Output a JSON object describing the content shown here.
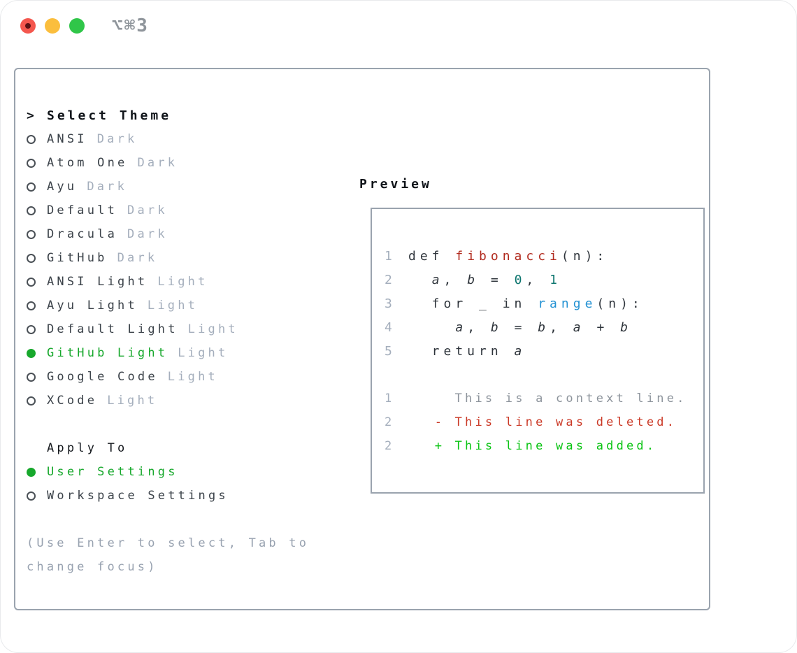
{
  "window": {
    "title": "⌥⌘3"
  },
  "titlebar_icons": [
    "close-button",
    "minimize-button",
    "zoom-button"
  ],
  "theme_panel": {
    "header": {
      "cursor": ">",
      "label": "Select Theme"
    },
    "themes": [
      {
        "name": "ANSI",
        "variant": "Dark",
        "selected": false
      },
      {
        "name": "Atom One",
        "variant": "Dark",
        "selected": false
      },
      {
        "name": "Ayu",
        "variant": "Dark",
        "selected": false
      },
      {
        "name": "Default",
        "variant": "Dark",
        "selected": false
      },
      {
        "name": "Dracula",
        "variant": "Dark",
        "selected": false
      },
      {
        "name": "GitHub",
        "variant": "Dark",
        "selected": false
      },
      {
        "name": "ANSI Light",
        "variant": "Light",
        "selected": false
      },
      {
        "name": "Ayu Light",
        "variant": "Light",
        "selected": false
      },
      {
        "name": "Default Light",
        "variant": "Light",
        "selected": false
      },
      {
        "name": "GitHub Light",
        "variant": "Light",
        "selected": true
      },
      {
        "name": "Google Code",
        "variant": "Light",
        "selected": false
      },
      {
        "name": "XCode",
        "variant": "Light",
        "selected": false
      }
    ],
    "apply_to": {
      "label": "Apply To",
      "options": [
        {
          "name": "User Settings",
          "selected": true
        },
        {
          "name": "Workspace Settings",
          "selected": false
        }
      ]
    },
    "help_lines": [
      "(Use Enter to select, Tab to",
      "change focus)"
    ]
  },
  "preview": {
    "label": "Preview",
    "code_lines": [
      {
        "num": "1",
        "tokens": [
          {
            "t": "def ",
            "c": "code"
          },
          {
            "t": "fibonacci",
            "c": "func"
          },
          {
            "t": "(n):",
            "c": "code"
          }
        ]
      },
      {
        "num": "2",
        "tokens": [
          {
            "t": "  ",
            "c": "code"
          },
          {
            "t": "a",
            "c": "code",
            "i": true
          },
          {
            "t": ", ",
            "c": "code"
          },
          {
            "t": "b",
            "c": "code",
            "i": true
          },
          {
            "t": " = ",
            "c": "code"
          },
          {
            "t": "0",
            "c": "numlit"
          },
          {
            "t": ", ",
            "c": "code"
          },
          {
            "t": "1",
            "c": "numlit"
          }
        ]
      },
      {
        "num": "3",
        "tokens": [
          {
            "t": "  for _ in ",
            "c": "code"
          },
          {
            "t": "range",
            "c": "builtin"
          },
          {
            "t": "(n):",
            "c": "code"
          }
        ]
      },
      {
        "num": "4",
        "tokens": [
          {
            "t": "    ",
            "c": "code"
          },
          {
            "t": "a",
            "c": "code",
            "i": true
          },
          {
            "t": ", ",
            "c": "code"
          },
          {
            "t": "b",
            "c": "code",
            "i": true
          },
          {
            "t": " = ",
            "c": "code"
          },
          {
            "t": "b",
            "c": "code",
            "i": true
          },
          {
            "t": ", ",
            "c": "code"
          },
          {
            "t": "a",
            "c": "code",
            "i": true
          },
          {
            "t": " + ",
            "c": "code"
          },
          {
            "t": "b",
            "c": "code",
            "i": true
          }
        ]
      },
      {
        "num": "5",
        "tokens": [
          {
            "t": "  return ",
            "c": "code"
          },
          {
            "t": "a",
            "c": "code",
            "i": true
          }
        ]
      }
    ],
    "diff_lines": [
      {
        "num": "1",
        "text": "      This is a context line.",
        "kind": "context"
      },
      {
        "num": "2",
        "text": "    - This line was deleted.",
        "kind": "deleted"
      },
      {
        "num": "2",
        "text": "    + This line was added.",
        "kind": "added"
      }
    ]
  },
  "colors": {
    "accent_green": "#17a82c",
    "border_gray": "#9aa3ae",
    "muted_gray": "#a4aebc",
    "help_gray": "#98a2b0",
    "code_default": "#2e343b",
    "func_red": "#b12a1e",
    "number_teal": "#0c756e",
    "builtin_blue": "#2492d3",
    "diff_context": "#8d949c",
    "diff_deleted": "#cb3a27",
    "diff_added": "#0bc414"
  }
}
